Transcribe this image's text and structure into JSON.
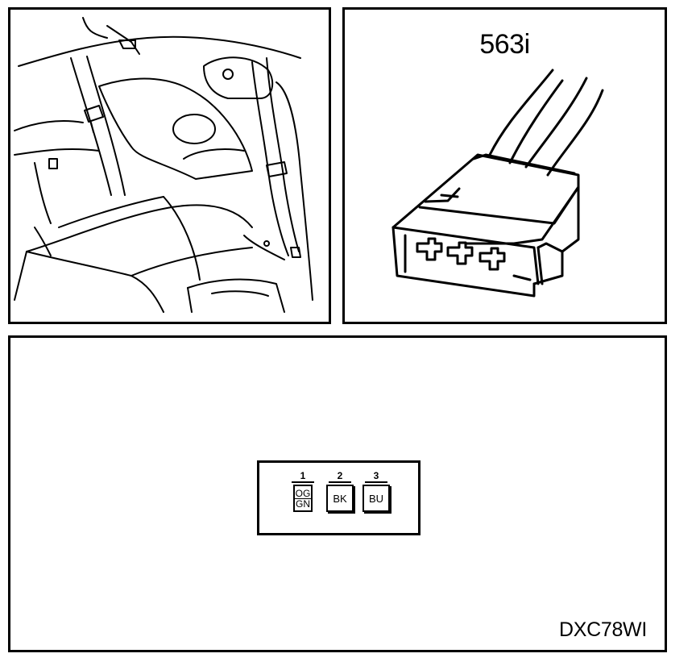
{
  "connector": {
    "id": "563i",
    "figure_code": "DXC78WI",
    "cavities": [
      {
        "number": "1",
        "colors": [
          "OG",
          "GN"
        ]
      },
      {
        "number": "2",
        "colors": [
          "BK"
        ]
      },
      {
        "number": "3",
        "colors": [
          "BU"
        ]
      }
    ]
  }
}
